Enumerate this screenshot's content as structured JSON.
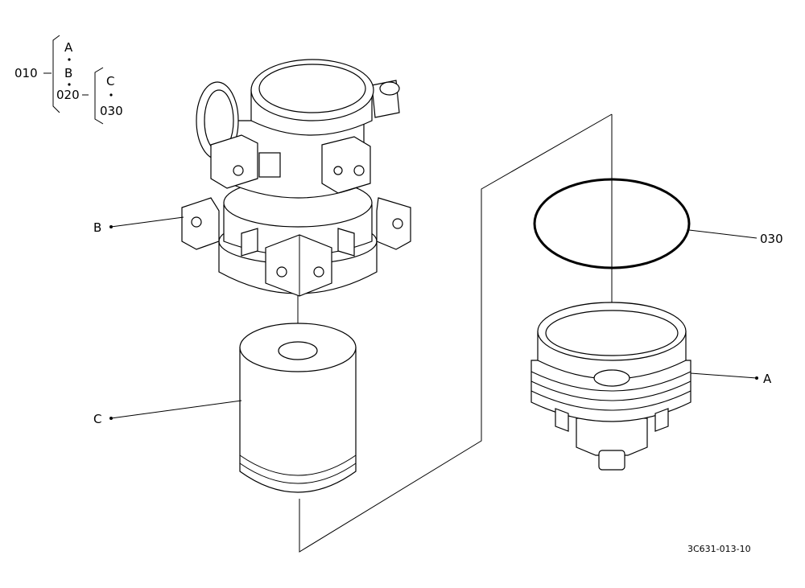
{
  "tree": {
    "root": "010",
    "level1": [
      "A",
      "B",
      "020"
    ],
    "level2": [
      "C",
      "030"
    ]
  },
  "callouts": {
    "b": "B",
    "c": "C",
    "a": "A",
    "ring": "030"
  },
  "drawing_number": "3C631-013-10"
}
